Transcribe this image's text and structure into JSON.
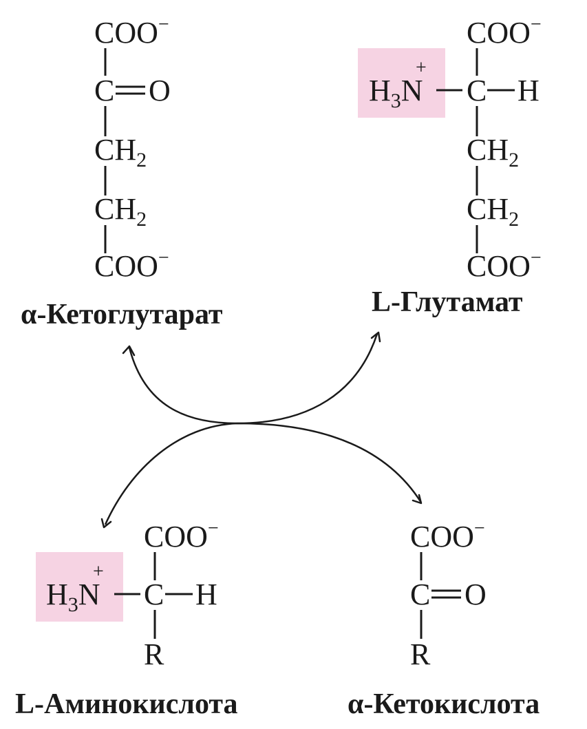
{
  "colors": {
    "amino_highlight": "#f6d3e3",
    "ink": "#1a1a1a"
  },
  "ketoglutarate": {
    "coo_top": "COO",
    "coo_top_charge": "−",
    "carbonyl_c": "C",
    "carbonyl_o": "O",
    "ch2_1": "CH",
    "ch2_1_sub": "2",
    "ch2_2": "CH",
    "ch2_2_sub": "2",
    "coo_bottom": "COO",
    "coo_bottom_charge": "−",
    "name": "α-Кетоглутарат"
  },
  "glutamate": {
    "coo_top": "COO",
    "coo_top_charge": "−",
    "amino_h": "H",
    "amino_h_sub": "3",
    "amino_n": "N",
    "amino_charge": "+",
    "alpha_c": "C",
    "alpha_h": "H",
    "ch2_1": "CH",
    "ch2_1_sub": "2",
    "ch2_2": "CH",
    "ch2_2_sub": "2",
    "coo_bottom": "COO",
    "coo_bottom_charge": "−",
    "name": "L-Глутамат"
  },
  "amino_acid": {
    "coo": "COO",
    "coo_charge": "−",
    "amino_h": "H",
    "amino_h_sub": "3",
    "amino_n": "N",
    "amino_charge": "+",
    "alpha_c": "C",
    "alpha_h": "H",
    "r_group": "R",
    "name": "L-Аминокислота"
  },
  "keto_acid": {
    "coo": "COO",
    "coo_charge": "−",
    "carbonyl_c": "C",
    "carbonyl_o": "O",
    "r_group": "R",
    "name": "α-Кетокислота"
  }
}
